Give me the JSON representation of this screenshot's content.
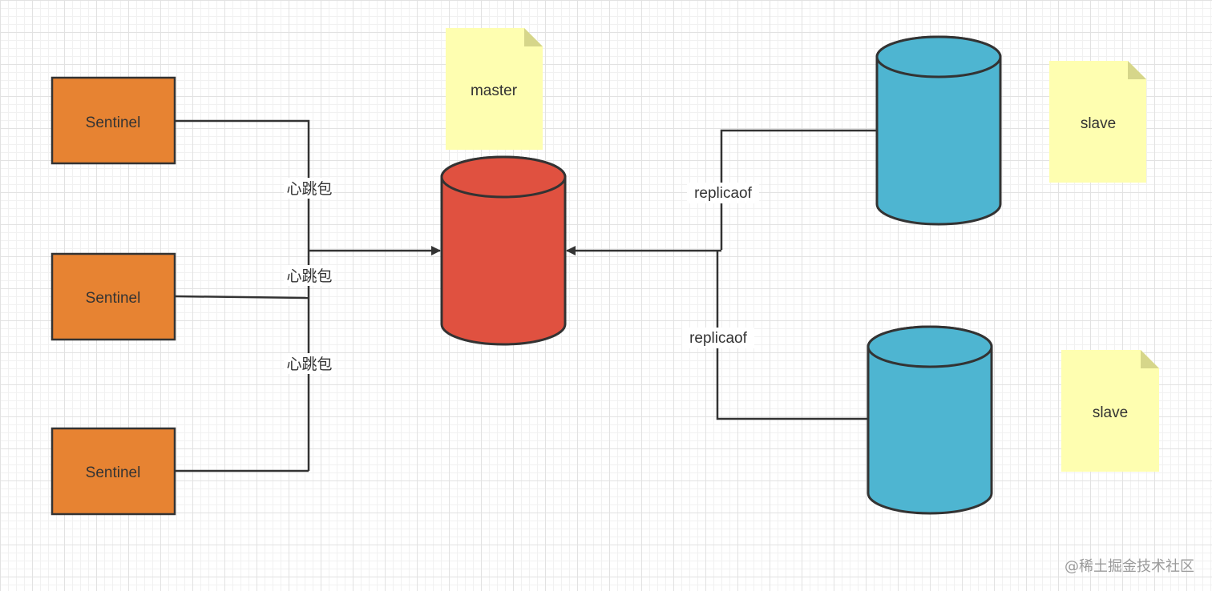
{
  "nodes": {
    "sentinels": [
      {
        "label": "Sentinel"
      },
      {
        "label": "Sentinel"
      },
      {
        "label": "Sentinel"
      }
    ],
    "master_note": "master",
    "slave_notes": [
      "slave",
      "slave"
    ]
  },
  "edges": {
    "heartbeat_labels": [
      "心跳包",
      "心跳包",
      "心跳包"
    ],
    "replica_labels": [
      "replicaof",
      "replicaof"
    ]
  },
  "colors": {
    "sentinel_fill": "#e78332",
    "master_fill": "#e05140",
    "slave_fill": "#4eb5d1",
    "note_fill": "#fefeb0",
    "line": "#333333"
  },
  "watermark": "@稀土掘金技术社区"
}
